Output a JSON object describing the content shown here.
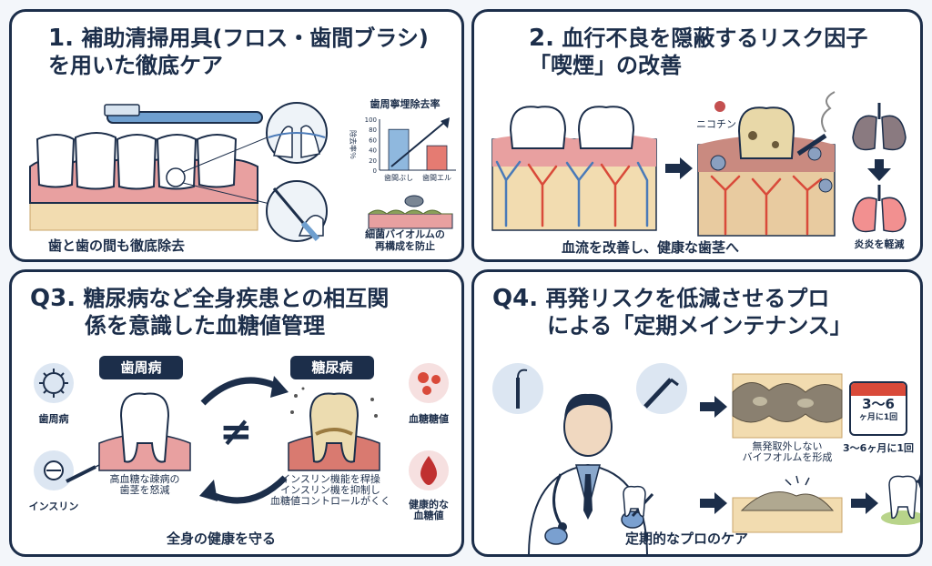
{
  "panel1": {
    "num": "1.",
    "title_line1": "補助清掃用具(フロス・歯間ブラシ)",
    "title_line2": "を用いた徹底ケア",
    "caption": "歯と歯の間も徹底除去",
    "chart_title": "歯周寧埋除去率",
    "chart_ylabel": "除去率％",
    "biofilm_caption_line1": "細菌バイオルムの",
    "biofilm_caption_line2": "再構成を防止"
  },
  "panel2": {
    "num": "2.",
    "title_line1": "血行不良を隠蔽するリスク因子",
    "title_line2": "「喫煙」の改善",
    "nicotine_label": "ニコチン",
    "caption": "血流を改善し、健康な歯茎へ",
    "lung_caption": "炎炎を軽減"
  },
  "panel3": {
    "num": "Q3.",
    "title_line1": "糖尿病など全身疾患との相互関",
    "title_line2": "係を意識した血糖値管理",
    "pill_left": "歯周病",
    "pill_right": "糖尿病",
    "icon_perio_label": "歯周病",
    "icon_insulin_label": "インスリン",
    "icon_bloodsugar_label": "血糖糖値",
    "icon_healthy_line1": "健康的な",
    "icon_healthy_line2": "血糖値",
    "left_note_line1": "高血糖な疎病の",
    "left_note_line2": "歯茎を怒減",
    "right_note_line1": "インスリン機能を稈操",
    "right_note_line2": "インスリン機を抑制し",
    "right_note_line3": "血糖値コントロールがくく",
    "neq_symbol": "≠",
    "caption": "全身の健康を守る"
  },
  "panel4": {
    "num": "Q4.",
    "title_line1": "再発リスクを低減させるプロ",
    "title_line2": "による「定期メインテナンス」",
    "calendar_line1": "3〜6",
    "calendar_line2": "ヶ月に1回",
    "calendar_caption": "3〜6ヶ月に1回",
    "plaque_caption_line1": "無発取外しない",
    "plaque_caption_line2": "バイフオルムを形成",
    "caption": "定期的なプロのケア"
  },
  "chart_data": {
    "type": "bar",
    "title": "歯周寧埋除去率",
    "ylabel": "除去率％",
    "categories": [
      "歯間ぶし",
      "歯間エル"
    ],
    "values": [
      80,
      48
    ],
    "ylim": [
      0,
      100
    ],
    "yticks": [
      0,
      20,
      40,
      60,
      80,
      100
    ],
    "colors": [
      "#8fb8de",
      "#e57b72"
    ]
  },
  "colors": {
    "navy": "#1c2e4a",
    "gum": "#e8a0a0",
    "tooth": "#ffffff",
    "bone": "#f2dcb0",
    "artery": "#d94a3a",
    "vein": "#4a7ab8"
  }
}
